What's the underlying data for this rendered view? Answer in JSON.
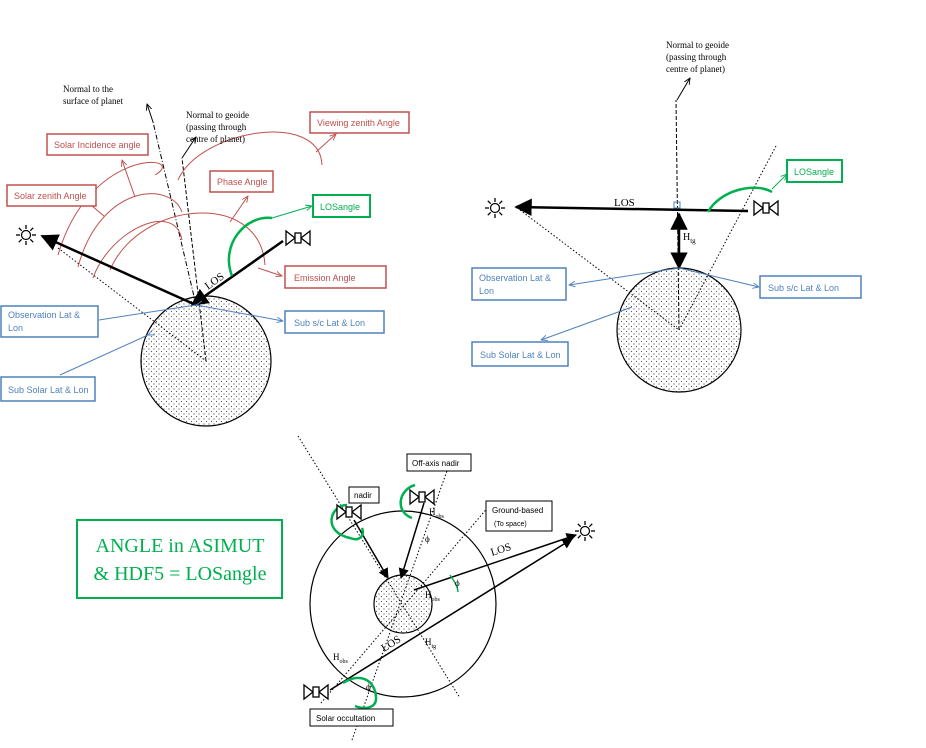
{
  "colors": {
    "red": "#c0504d",
    "blue": "#4f81bd",
    "green": "#00b050",
    "black": "#000000"
  },
  "icons": {
    "sun": "sun-icon",
    "satellite": "satellite-icon"
  },
  "panel1": {
    "normal_surface": [
      "Normal to the",
      "surface of planet"
    ],
    "normal_geoide": [
      "Normal to geoide",
      "(passing through",
      "centre of planet)"
    ],
    "solar_incidence": "Solar Incidence angle",
    "solar_zenith": "Solar zenith Angle",
    "viewing_zenith": "Viewing zenith Angle",
    "phase": "Phase Angle",
    "emission": "Emission Angle",
    "losangle": "LOSangle",
    "los": "LOS",
    "obs_latlon": [
      "Observation Lat &",
      "Lon"
    ],
    "subsc_latlon": "Sub s/c Lat & Lon",
    "subsolar_latlon": "Sub Solar Lat & Lon"
  },
  "panel2": {
    "normal_geoide": [
      "Normal to geoide",
      "(passing through",
      "centre of planet)"
    ],
    "losangle": "LOSangle",
    "los": "LOS",
    "htg_main": "H",
    "htg_sub": "tg",
    "obs_latlon": [
      "Observation Lat &",
      "Lon"
    ],
    "subsc_latlon": "Sub s/c Lat & Lon",
    "subsolar_latlon": "Sub Solar Lat & Lon"
  },
  "panel3": {
    "nadir": "nadir",
    "offaxis": "Off-axis nadir",
    "groundbased": "Ground-based",
    "tospace": "(To space)",
    "solar_occ": "Solar occultation",
    "los": "LOS",
    "hobs_main": "H",
    "hobs_sub": "obs",
    "htg_main": "H",
    "htg_sub": "tg",
    "phi": "ϕ"
  },
  "note": [
    "ANGLE in ASIMUT",
    "& HDF5 = LOSangle"
  ]
}
